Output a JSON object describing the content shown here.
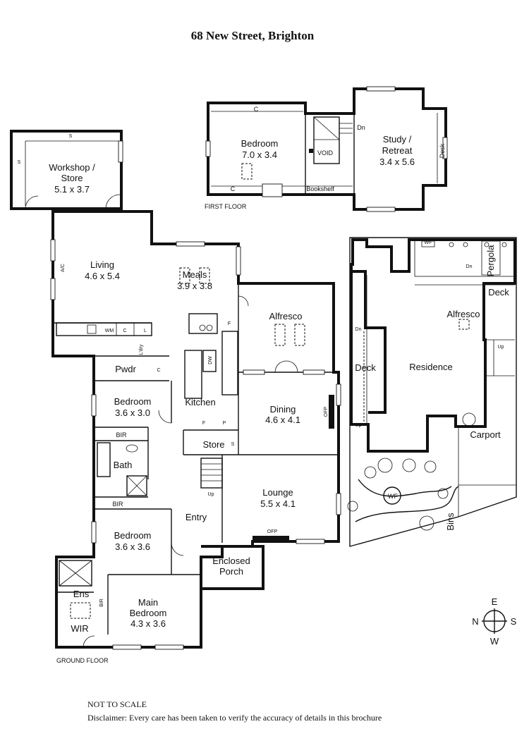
{
  "title": "68 New Street, Brighton",
  "floors": {
    "first": "FIRST FLOOR",
    "ground": "GROUND FLOOR"
  },
  "rooms": {
    "bedroom_first": {
      "name": "Bedroom",
      "dims": "7.0 x 3.4"
    },
    "study": {
      "name_line1": "Study /",
      "name_line2": "Retreat",
      "dims": "3.4 x 5.6"
    },
    "workshop": {
      "name_line1": "Workshop /",
      "name_line2": "Store",
      "dims": "5.1 x 3.7"
    },
    "living": {
      "name": "Living",
      "dims": "4.6 x 5.4"
    },
    "meals": {
      "name": "Meals",
      "dims": "3.9 x 3.8"
    },
    "alfresco": {
      "name": "Alfresco"
    },
    "kitchen": {
      "name": "Kitchen"
    },
    "bedroom_2": {
      "name": "Bedroom",
      "dims": "3.6 x 3.0"
    },
    "dining": {
      "name": "Dining",
      "dims": "4.6 x 4.1"
    },
    "lounge": {
      "name": "Lounge",
      "dims": "5.5 x 4.1"
    },
    "bedroom_3": {
      "name": "Bedroom",
      "dims": "3.6 x 3.6"
    },
    "main_bedroom": {
      "name_line1": "Main",
      "name_line2": "Bedroom",
      "dims": "4.3 x 3.6"
    },
    "enclosed_porch": {
      "name_line1": "Enclosed",
      "name_line2": "Porch"
    },
    "entry": {
      "name": "Entry"
    },
    "store": {
      "name": "Store"
    },
    "bath": {
      "name": "Bath"
    },
    "pwdr": {
      "name": "Pwdr"
    },
    "ens": {
      "name": "Ens"
    },
    "wir": {
      "name": "WIR"
    }
  },
  "labels": {
    "c": "C",
    "s": "S",
    "f": "F",
    "p": "P",
    "l": "L",
    "wm": "WM",
    "ldry": "L'dry",
    "dw": "DW",
    "ofp": "OFP",
    "bir": "BIR",
    "ac": "A/C",
    "void": "VOID",
    "dn": "Dn",
    "up": "Up",
    "desk": "Desk",
    "bookshelf": "Bookshelf",
    "wf": "WF"
  },
  "site": {
    "deck_left": "Deck",
    "residence": "Residence",
    "pergola": "Pergola",
    "deck_right": "Deck",
    "alfresco": "Alfresco",
    "carport": "Carport",
    "bins": "Bins",
    "wf": "WF",
    "dn": "Dn",
    "up": "Up"
  },
  "compass": {
    "n": "N",
    "e": "E",
    "s": "S",
    "w": "W"
  },
  "footer": {
    "not_to_scale": "NOT TO SCALE",
    "disclaimer": "Disclaimer: Every care has been taken to verify the accuracy of details in this brochure"
  }
}
